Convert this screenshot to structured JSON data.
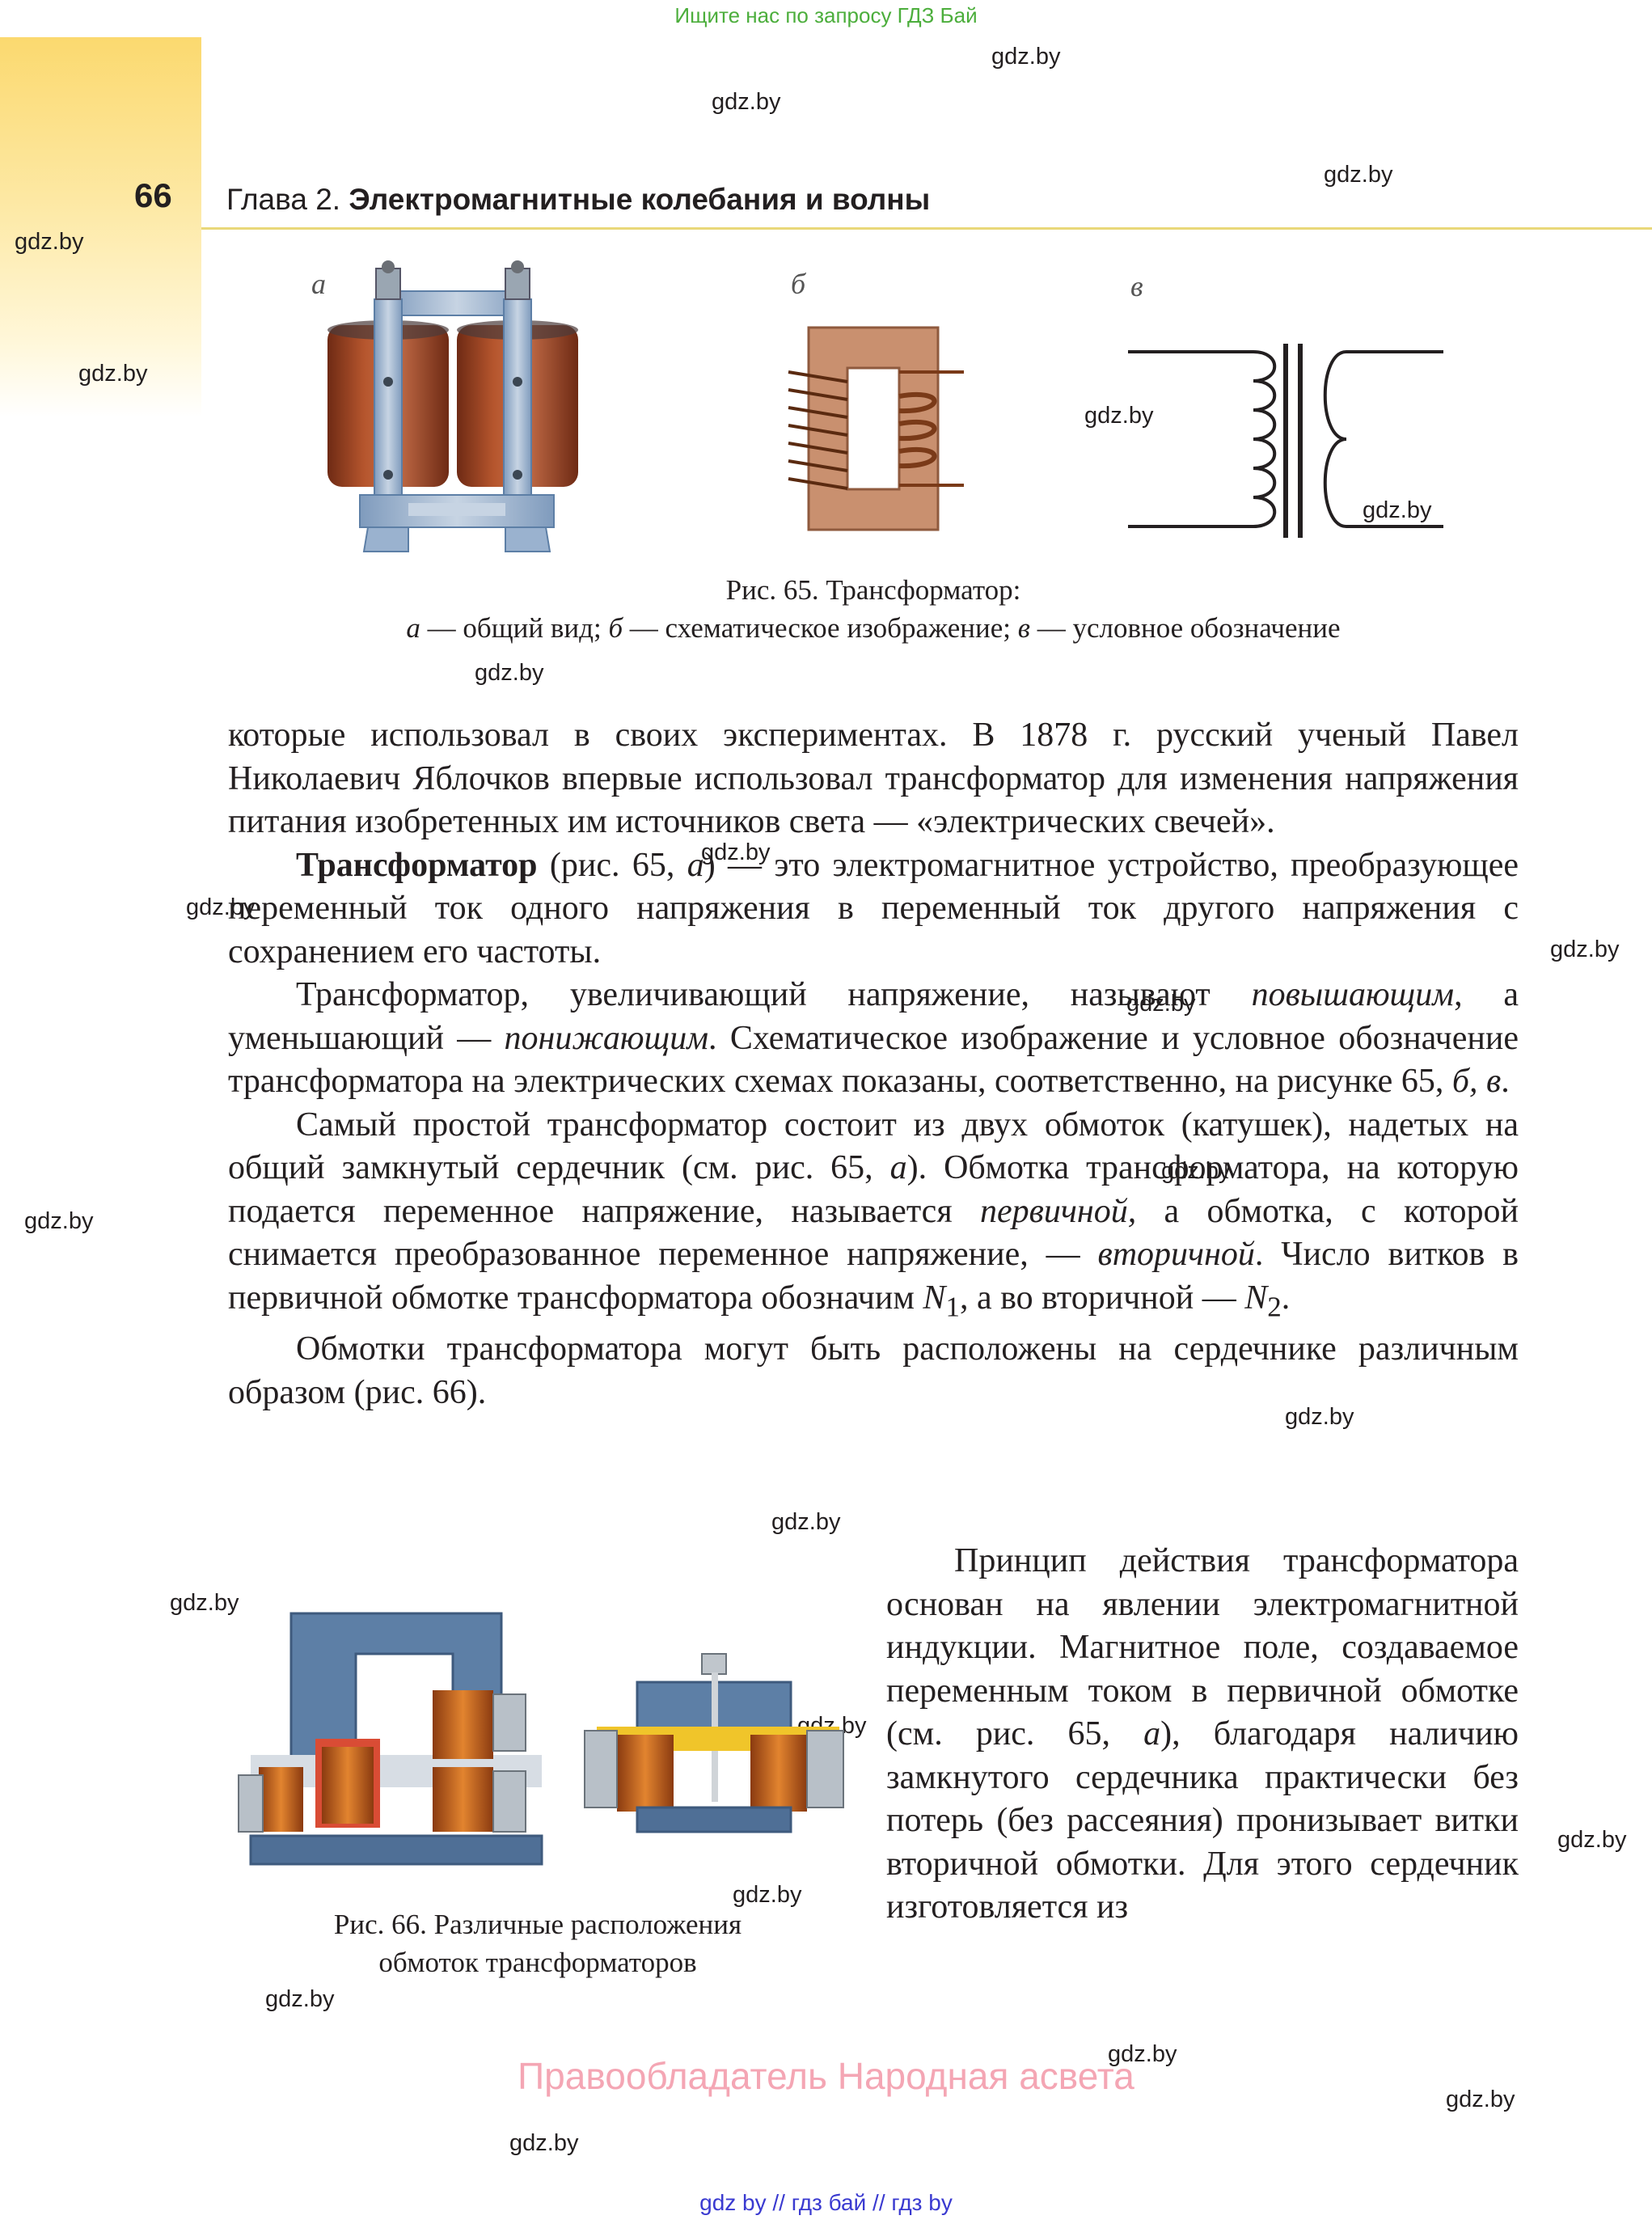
{
  "top_note": "Ищите нас по запросу ГДЗ Бай",
  "watermark": "gdz.by",
  "page_number": "66",
  "chapter_prefix": "Глава 2.",
  "chapter_title": "Электромагнитные колебания и волны",
  "fig65": {
    "label_a": "а",
    "label_b": "б",
    "label_v": "в",
    "caption_line1": "Рис. 65. Трансформатор:",
    "caption_line2_parts": [
      "а",
      " — общий вид; ",
      "б",
      " — схематическое изображение; ",
      "в",
      " — условное обозначение"
    ]
  },
  "paragraphs": {
    "p1": "которые использовал в своих экспериментах. В 1878 г. русский ученый Павел Николаевич Яблочков впервые использовал трансформатор для изменения напряжения питания изобретенных им источников света — «электрических свечей».",
    "p2_bold": "Трансформатор",
    "p2_a": " (рис. 65, ",
    "p2_a_it": "а",
    "p2_b": ") — это электромагнитное устройство, преобразующее переменный ток одного напряжения в переменный ток другого напряжения с сохранением его частоты.",
    "p3_a": "Трансформатор, увеличивающий напряжение, называют ",
    "p3_it1": "повышающим",
    "p3_b": ", а уменьшающий — ",
    "p3_it2": "понижающим",
    "p3_c": ". Схематическое изображение и условное обозначение трансформатора на электрических схемах показаны, соответственно, на рисунке 65, ",
    "p3_it3": "б, в",
    "p3_d": ".",
    "p4_a": "Самый простой трансформатор состоит из двух обмоток (катушек), надетых на общий замкнутый сердечник (см. рис. 65, ",
    "p4_it1": "а",
    "p4_b": "). Обмотка трансформатора, на которую подается переменное напряжение, называется ",
    "p4_it2": "первичной,",
    "p4_c": " а обмотка, с которой снимается преобразованное переменное напряжение, — ",
    "p4_it3": "вторичной",
    "p4_d": ". Число витков в первичной обмотке трансформатора обозначим ",
    "p4_N": "N",
    "p4_sub1": "1",
    "p4_e": ", а во вторичной — ",
    "p4_sub2": "2",
    "p4_f": ".",
    "p5": "Обмотки трансформатора могут быть расположены на сердечнике различным образом (рис. 66).",
    "p6_a": "Принцип действия трансформатора основан на явлении электромагнитной индукции. Магнитное поле, создаваемое переменным током в первичной обмотке (см. рис. 65, ",
    "p6_it": "а",
    "p6_b": "), благодаря наличию замкнутого сердечника практически без потерь (без рассеяния) пронизывает витки вторичной обмотки. Для этого сердечник изготовляется из"
  },
  "fig66": {
    "caption_line1": "Рис. 66. Различные расположения",
    "caption_line2": "обмоток трансформаторов"
  },
  "footer": "Правообладатель Народная асвета",
  "bottom_links": "gdz by  //  гдз бай  //  гдз by",
  "colors": {
    "corner_yellow": "#fbd96f",
    "top_note_green": "#4cae3c",
    "footer_pink": "#f4a6b4",
    "links_blue": "#3a3ad0",
    "copper": "#b5552d",
    "steel_blue": "#5d7fa6"
  }
}
